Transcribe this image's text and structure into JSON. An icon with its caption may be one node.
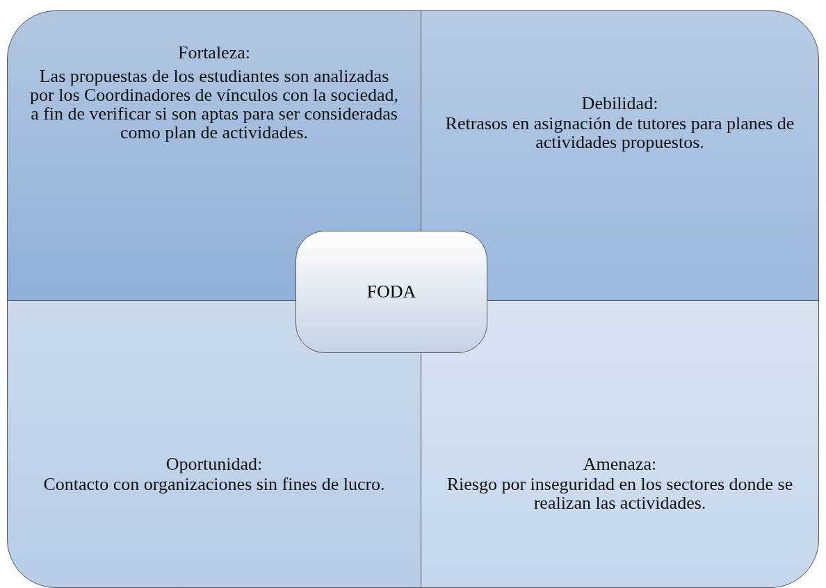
{
  "diagram": {
    "nodes": [
      {
        "text": [
          "Fortaleza:",
          "Las propuestas de los estudiantes son analizadas por los Coordinadores de vínculos con la sociedad, a fin de verificar si son aptas para ser consideradas como plan de actividades."
        ]
      },
      {
        "text": [
          "Debilidad:",
          "Retrasos en asignación de tutores para planes de actividades propuestos."
        ]
      },
      {
        "text": [
          "FODA"
        ]
      },
      {
        "text": [
          "Oportunidad:",
          "Contacto con organizaciones sin fines de lucro."
        ]
      },
      {
        "text": [
          "Amenaza:",
          "Riesgo por inseguridad en los sectores donde se realizan las actividades."
        ]
      }
    ]
  }
}
